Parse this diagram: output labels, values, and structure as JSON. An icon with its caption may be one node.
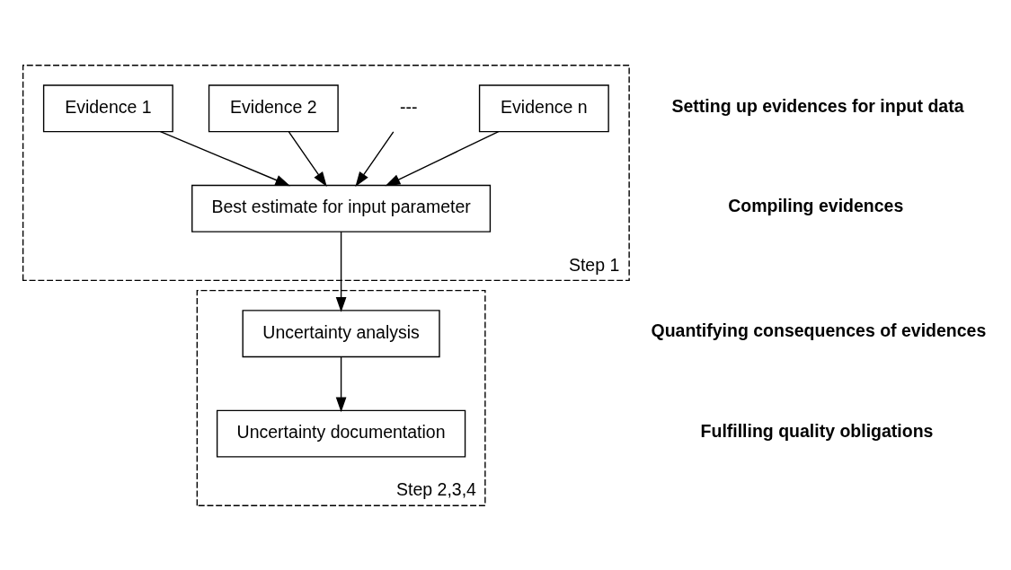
{
  "diagram": {
    "nodes": [
      {
        "text": [
          "Step 1"
        ]
      },
      {
        "text": [
          "Evidence 1"
        ],
        "in": 0
      },
      {
        "text": [
          "Evidence 2"
        ],
        "in": 0
      },
      {
        "text": [
          "---"
        ],
        "in": 0
      },
      {
        "text": [
          "Evidence n"
        ],
        "in": 0
      },
      {
        "text": [
          "Best estimate for input parameter"
        ],
        "in": 0
      },
      {
        "text": [
          "Step 2,3,4"
        ]
      },
      {
        "text": [
          "Uncertainty analysis"
        ],
        "in": 6
      },
      {
        "text": [
          "Uncertainty documentation"
        ],
        "in": 6
      }
    ],
    "edges": [
      {
        "from": 1,
        "to": 5,
        "arrow": "to"
      },
      {
        "from": 2,
        "to": 5,
        "arrow": "to"
      },
      {
        "from": 3,
        "to": 5,
        "arrow": "to"
      },
      {
        "from": 4,
        "to": 5,
        "arrow": "to"
      },
      {
        "from": 5,
        "to": 7,
        "arrow": "to"
      },
      {
        "from": 7,
        "to": 8,
        "arrow": "to"
      }
    ],
    "labels": [
      "Setting up evidences for input data",
      "Compiling evidences",
      "Quantifying consequences of evidences",
      "Fulfilling quality obligations"
    ]
  }
}
